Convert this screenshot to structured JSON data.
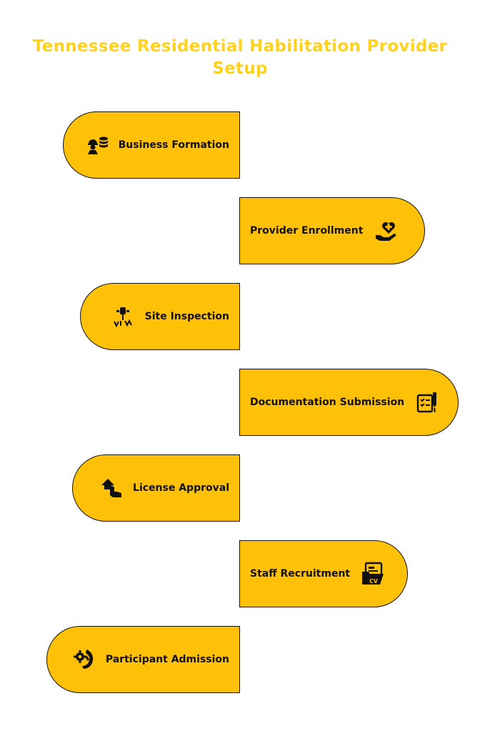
{
  "title_lines": [
    "Tennessee Residential Habilitation Provider",
    "Setup"
  ],
  "steps": [
    {
      "label": "Business Formation",
      "icon": "worker-coins-icon"
    },
    {
      "label": "Provider Enrollment",
      "icon": "health-hand-icon"
    },
    {
      "label": "Site Inspection",
      "icon": "soil-probe-icon"
    },
    {
      "label": "Documentation Submission",
      "icon": "checklist-pen-icon"
    },
    {
      "label": "License Approval",
      "icon": "house-hand-icon"
    },
    {
      "label": "Staff Recruitment",
      "icon": "cv-folder-icon"
    },
    {
      "label": "Participant Admission",
      "icon": "gear-hand-icon"
    }
  ],
  "colors": {
    "title": "#FFD21E",
    "step_fill": "#FFC107",
    "outline": "#111111"
  }
}
